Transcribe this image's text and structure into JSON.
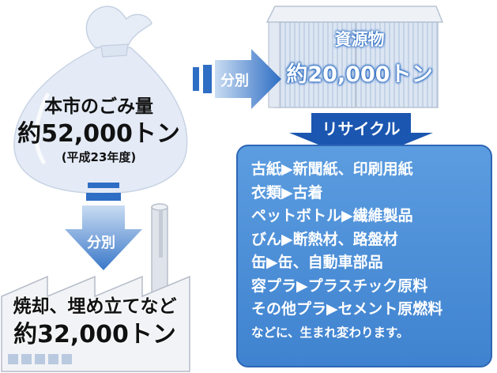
{
  "garbage": {
    "title": "本市のごみ量",
    "amount": "約52,000トン",
    "note": "(平成23年度)"
  },
  "resources": {
    "title": "資源物",
    "amount": "約20,000トン"
  },
  "incineration": {
    "title": "焼却、埋め立てなど",
    "amount": "約32,000トン"
  },
  "arrows": {
    "sort_right": "分別",
    "sort_down": "分別",
    "recycle": "リサイクル"
  },
  "recycle_list": [
    "古紙▶新聞紙、印刷用紙",
    "衣類▶古着",
    "ペットボトル▶繊維製品",
    "びん▶断熱材、路盤材",
    "缶▶缶、自動車部品",
    "容プラ▶プラスチック原料",
    "その他プラ▶セメント原燃料",
    "などに、生まれ変わります。"
  ],
  "colors": {
    "bag": "#dfe8f5",
    "arrow_light": "#bcd3ee",
    "arrow_dark": "#2e6ec4",
    "panel": "#4f92d8",
    "recycle_arrow": "#1b56b0"
  }
}
